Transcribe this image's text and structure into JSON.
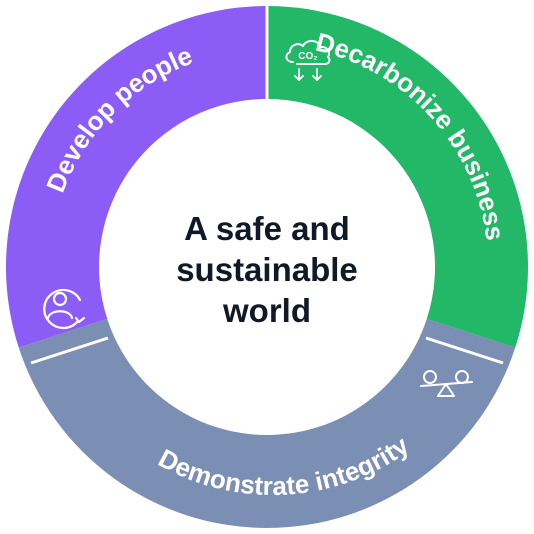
{
  "center": {
    "lines": [
      "A safe and",
      "sustainable",
      "world"
    ]
  },
  "segments": [
    {
      "label": "Develop people",
      "color": "#8b5cf6",
      "icon": "person-cycle-icon"
    },
    {
      "label": "Decarbonize business",
      "color": "#22b867",
      "icon": "co2-cloud-reduction-icon",
      "icon_text": "CO₂"
    },
    {
      "label": "Demonstrate integrity",
      "color": "#7b8fb4",
      "icon": "balance-scale-icon"
    }
  ]
}
